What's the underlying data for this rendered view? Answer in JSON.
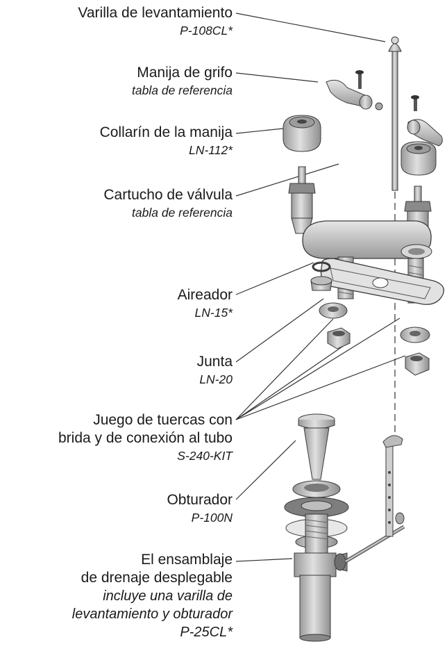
{
  "callouts": [
    {
      "name": "Varilla de levantamiento",
      "part": "P-108CL*"
    },
    {
      "name": "Manija de grifo",
      "part": "tabla de referencia"
    },
    {
      "name": "Collarín de la manija",
      "part": "LN-112*"
    },
    {
      "name": "Cartucho de válvula",
      "part": "tabla de referencia"
    },
    {
      "name": "Aireador",
      "part": "LN-15*"
    },
    {
      "name": "Junta",
      "part": "LN-20"
    },
    {
      "name_lines": [
        "Juego de tuercas con",
        "brida y de conexión al tubo"
      ],
      "part": "S-240-KIT"
    },
    {
      "name": "Obturador",
      "part": "P-100N"
    },
    {
      "name_lines": [
        "El ensamblaje",
        "de drenaje desplegable"
      ],
      "note_lines": [
        "incluye una varilla de",
        "levantamiento y obturador"
      ],
      "part": "P-25CL*"
    }
  ],
  "colors": {
    "metal": "#c4c4c4",
    "metal_dark": "#8a8a8a",
    "outline": "#3a3a3a",
    "leader": "#333333"
  }
}
